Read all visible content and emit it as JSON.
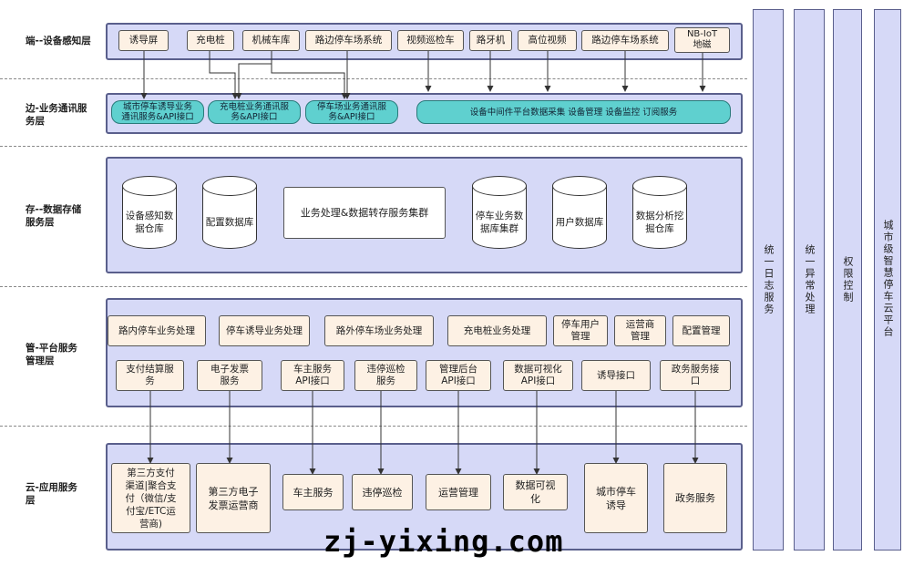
{
  "layers": {
    "device": "端--设备感知层",
    "edge": "边-业务通讯服务层",
    "storage": "存--数据存储服务层",
    "platform": "管-平台服务管理层",
    "app": "云-应用服务层"
  },
  "device_items": [
    "诱导屏",
    "充电桩",
    "机械车库",
    "路边停车场系统",
    "视频巡检车",
    "路牙机",
    "高位视频",
    "路边停车场系统",
    "NB-IoT\n地磁"
  ],
  "edge_items": [
    "城市停车诱导业务\n通讯服务&API接口",
    "充电桩业务通讯服\n务&API接口",
    "停车场业务通讯服\n务&API接口",
    "设备中间件平台数据采集 设备管理 设备监控 订阅服务"
  ],
  "storage_items": {
    "db1": "设备感知数\n据仓库",
    "db2": "配置数据库",
    "cluster": "业务处理&数据转存服务集群",
    "db3": "停车业务数\n据库集群",
    "db4": "用户数据库",
    "db5": "数据分析挖\n掘仓库"
  },
  "platform_row1": [
    "路内停车业务处理",
    "停车诱导业务处理",
    "路外停车场业务处理",
    "充电桩业务处理",
    "停车用户\n管理",
    "运营商\n管理",
    "配置管理"
  ],
  "platform_row2": [
    "支付结算服\n务",
    "电子发票\n服务",
    "车主服务\nAPI接口",
    "违停巡检\n服务",
    "管理后台\nAPI接口",
    "数据可视化\nAPI接口",
    "诱导接口",
    "政务服务接\n口"
  ],
  "app_items": [
    "第三方支付\n渠道|聚合支\n付（微信/支\n付宝/ETC运\n营商)",
    "第三方电子\n发票运营商",
    "车主服务",
    "违停巡检",
    "运营管理",
    "数据可视\n化",
    "城市停车\n诱导",
    "政务服务"
  ],
  "side_bars": [
    "统一日志服务",
    "统一异常处理",
    "权限控制",
    "城市级智慧停车云平台"
  ],
  "watermark": "zj-yixing.com"
}
